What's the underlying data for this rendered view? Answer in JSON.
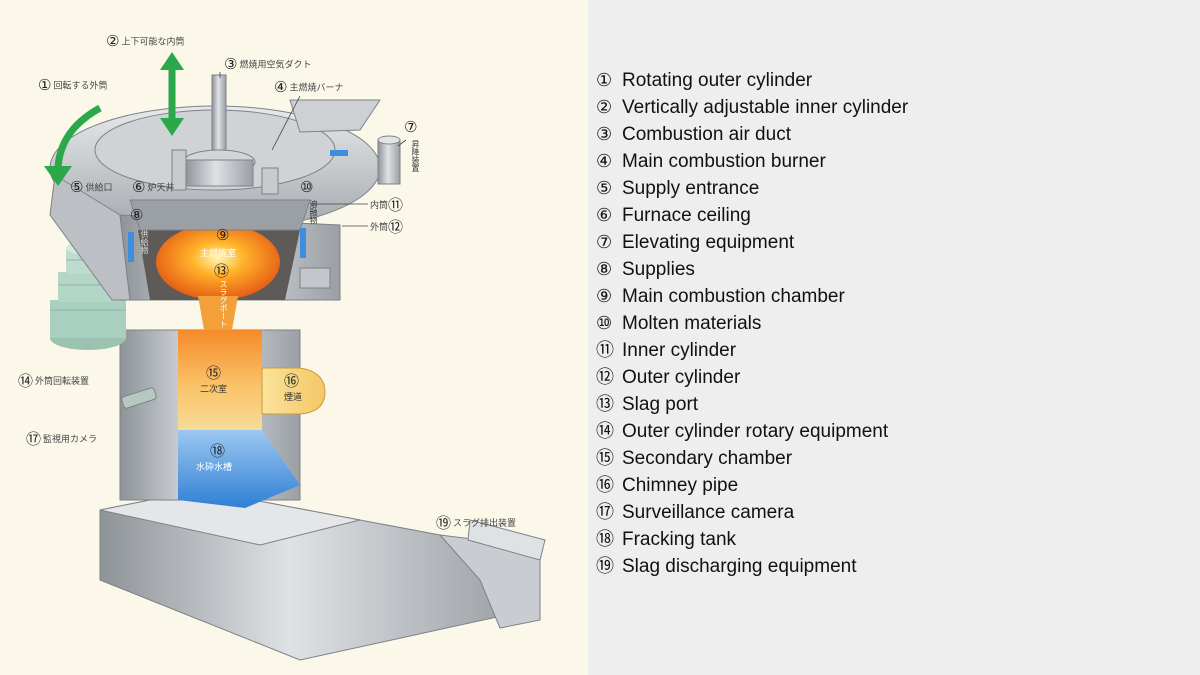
{
  "diagram": {
    "labels": [
      {
        "id": "l1",
        "num": "①",
        "text": "回転する外筒"
      },
      {
        "id": "l2",
        "num": "②",
        "text": "上下可能な内筒"
      },
      {
        "id": "l3",
        "num": "③",
        "text": "燃焼用空気ダクト"
      },
      {
        "id": "l4",
        "num": "④",
        "text": "主燃焼バーナ"
      },
      {
        "id": "l5",
        "num": "⑤",
        "text": "供給口"
      },
      {
        "id": "l6",
        "num": "⑥",
        "text": "炉天井"
      },
      {
        "id": "l7",
        "num": "⑦",
        "text": "昇降装置"
      },
      {
        "id": "l8",
        "num": "⑧",
        "text": "供給物"
      },
      {
        "id": "l9",
        "num": "⑨",
        "text": "主燃焼室"
      },
      {
        "id": "l10",
        "num": "⑩",
        "text": "溶融物"
      },
      {
        "id": "l11",
        "num": "⑪",
        "text": "内筒"
      },
      {
        "id": "l12",
        "num": "⑫",
        "text": "外筒"
      },
      {
        "id": "l13",
        "num": "⑬",
        "text": "スラグポート"
      },
      {
        "id": "l14",
        "num": "⑭",
        "text": "外筒回転装置"
      },
      {
        "id": "l15",
        "num": "⑮",
        "text": "二次室"
      },
      {
        "id": "l16",
        "num": "⑯",
        "text": "煙道"
      },
      {
        "id": "l17",
        "num": "⑰",
        "text": "監視用カメラ"
      },
      {
        "id": "l18",
        "num": "⑱",
        "text": "水砕水槽"
      },
      {
        "id": "l19",
        "num": "⑲",
        "text": "スラグ排出装置"
      }
    ]
  },
  "legend": {
    "items": [
      {
        "num": "①",
        "text": "Rotating outer cylinder"
      },
      {
        "num": "②",
        "text": "Vertically adjustable inner cylinder"
      },
      {
        "num": "③",
        "text": "Combustion air duct"
      },
      {
        "num": "④",
        "text": "Main combustion burner"
      },
      {
        "num": "⑤",
        "text": "Supply entrance"
      },
      {
        "num": "⑥",
        "text": "Furnace ceiling"
      },
      {
        "num": "⑦",
        "text": "Elevating equipment"
      },
      {
        "num": "⑧",
        "text": "Supplies"
      },
      {
        "num": "⑨",
        "text": "Main combustion chamber"
      },
      {
        "num": "⑩",
        "text": "Molten materials"
      },
      {
        "num": "⑪",
        "text": "Inner cylinder"
      },
      {
        "num": "⑫",
        "text": "Outer cylinder"
      },
      {
        "num": "⑬",
        "text": "Slag port"
      },
      {
        "num": "⑭",
        "text": "Outer cylinder rotary equipment"
      },
      {
        "num": "⑮",
        "text": "Secondary chamber"
      },
      {
        "num": "⑯",
        "text": "Chimney pipe"
      },
      {
        "num": "⑰",
        "text": "Surveillance camera"
      },
      {
        "num": "⑱",
        "text": "Fracking tank"
      },
      {
        "num": "⑲",
        "text": "Slag discharging equipment"
      }
    ]
  },
  "colors": {
    "arrow": "#2aa84a",
    "fire": "#f26a1b",
    "water": "#3d8ede",
    "steel": "#b8bcc0",
    "panel": "#eeeeee"
  }
}
